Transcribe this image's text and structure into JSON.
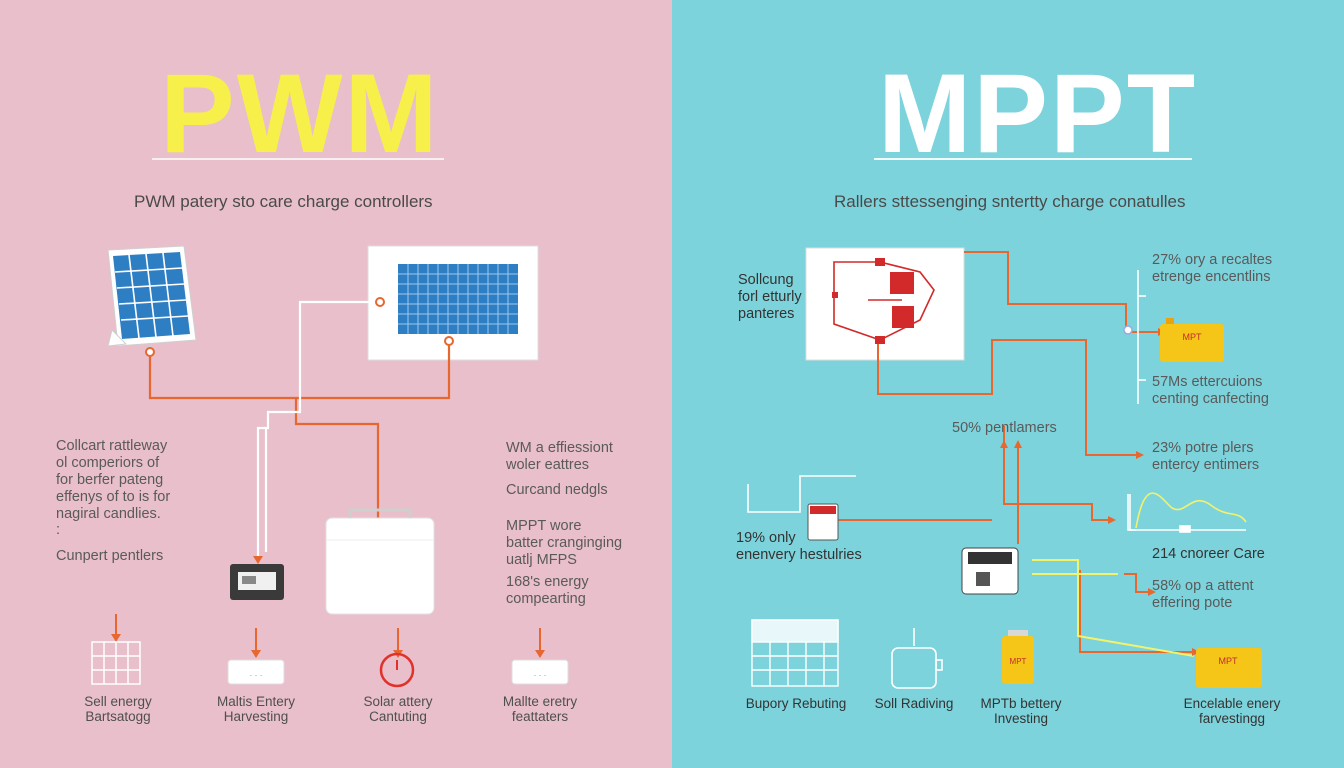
{
  "left": {
    "title": "PWM",
    "subtitle": "PWM patery sto care charge controllers",
    "bullets_left": [
      "Collcart rattleway\nol comperiors of\nfor berfer pateng\neffenys of to is for\nnagiral candlies.",
      ":",
      "Cunpert pentlers"
    ],
    "bullets_right": [
      "WM a effiessiont\nwoler eattres",
      "Curcand nedgls",
      "MPPT wore\nbatter cranginging\nuatlj MFPS",
      "168's energy\ncompearting"
    ],
    "captions": [
      "Sell energy\nBartsatogg",
      "Maltis Entery\nHarvesting",
      "Solar attery\nCantuting",
      "Mallte eretry\nfeattaters"
    ],
    "colors": {
      "background": "#e8bfcb",
      "title": "#f7f04a",
      "wire": "#e8672f"
    }
  },
  "right": {
    "title": "MPPT",
    "subtitle": "Rallers sttessenging sntertty charge conatulles",
    "labels": {
      "solar": "Sollcung\nforl etturly\npanteres",
      "r1": "27% ory a recaltes\netrenge encentlins",
      "r2": "57Ms ettercuions\ncenting canfecting",
      "mid": "50% pentlamers",
      "r3": "23% potre plers\nentercy entimers",
      "left2": "19% only\nenenvery hestulries",
      "r4": "214 cnoreer Care",
      "r5": "58% op a attent\neffering pote"
    },
    "badges": [
      "MPT",
      "MPT",
      "MPT"
    ],
    "captions": [
      "Bupory Rebuting",
      "Soll Radiving",
      "MPTb bettery\nInvesting",
      "Encelable enery\nfarvestingg"
    ],
    "colors": {
      "background": "#7dd3dc",
      "title": "#ffffff",
      "wire": "#e8672f",
      "battery": "#f5c518"
    }
  }
}
